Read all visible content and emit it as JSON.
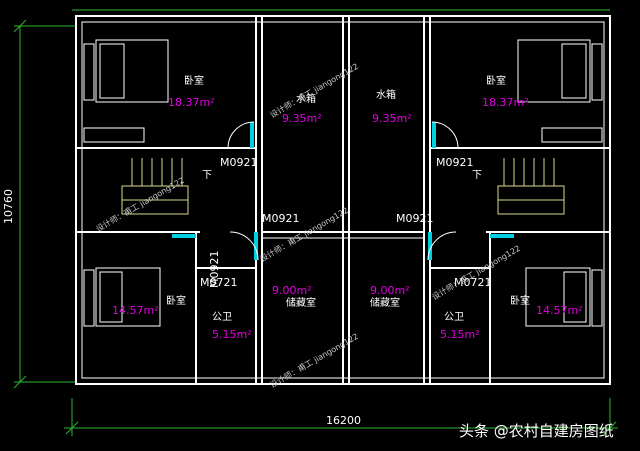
{
  "labels": {
    "bedroom": "卧室",
    "water_tank": "水箱",
    "storage": "储藏室",
    "public_bath": "公卫",
    "down": "下"
  },
  "areas": {
    "bedroom_top": "18.37m²",
    "water_tank": "9.35m²",
    "bedroom_bottom": "14.57m²",
    "storage": "9.00m²",
    "public_bath": "5.15m²"
  },
  "doors": {
    "m0921": "M0921",
    "m0721": "M0721"
  },
  "dimensions": {
    "height": "10760",
    "width": "16200"
  },
  "watermark": {
    "text": "设计师：甫工 jiangong122"
  },
  "brand": {
    "text": "头条 @农村自建房图纸"
  },
  "colors": {
    "background": "#000000",
    "walls": "#ffffff",
    "area_text": "#e100e1",
    "door_swing": "#00d0e0",
    "dimension_lines": "#2fb52f"
  }
}
